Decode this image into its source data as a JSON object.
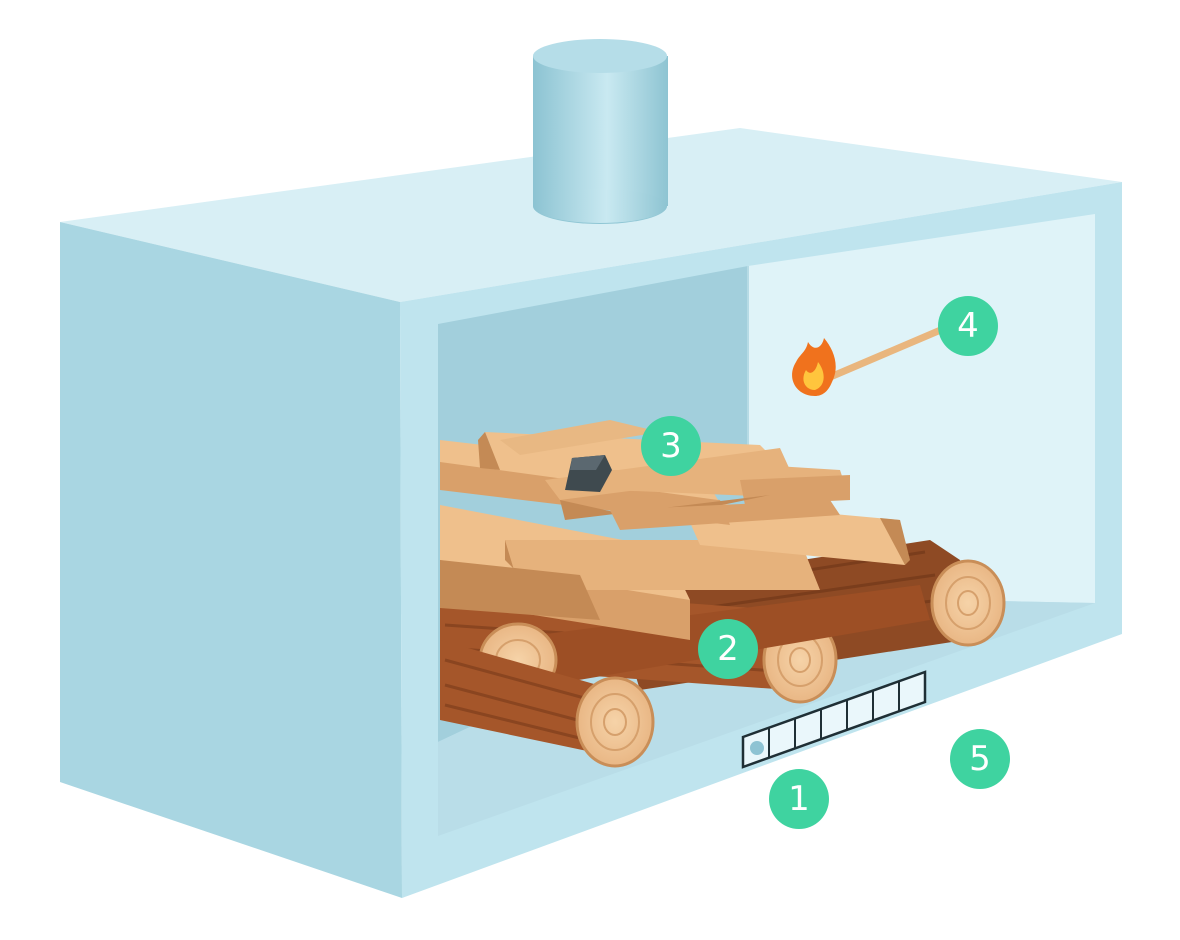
{
  "colors": {
    "box_face": "#a9d6e2",
    "box_top": "#d8eff5",
    "box_right": "#e4f5f9",
    "box_edge": "#bfe4ee",
    "inner_back": "#a2cfdc",
    "inner_right": "#dff3f8",
    "floor": "#b9dde8",
    "chimney": "#9fcfdc",
    "log_bark": "#a5562a",
    "log_end": "#f1c89a",
    "plank_light": "#efc08c",
    "plank_mid": "#d9a06a",
    "plank_dark": "#c48a55",
    "stone": "#3f4a4f",
    "match": "#e9b67e",
    "flame_outer": "#f0721d",
    "flame_inner": "#ffc53d",
    "marker": "#3fd3a0",
    "vent_fill": "#eaf7fb",
    "vent_stroke": "#1f2f35"
  },
  "icons": [
    "chimney",
    "firewood-logs",
    "kindling-sticks",
    "fire-starter-stone",
    "lit-match",
    "air-vent"
  ],
  "markers": [
    {
      "id": "1",
      "label": "1"
    },
    {
      "id": "2",
      "label": "2"
    },
    {
      "id": "3",
      "label": "3"
    },
    {
      "id": "4",
      "label": "4"
    },
    {
      "id": "5",
      "label": "5"
    }
  ]
}
